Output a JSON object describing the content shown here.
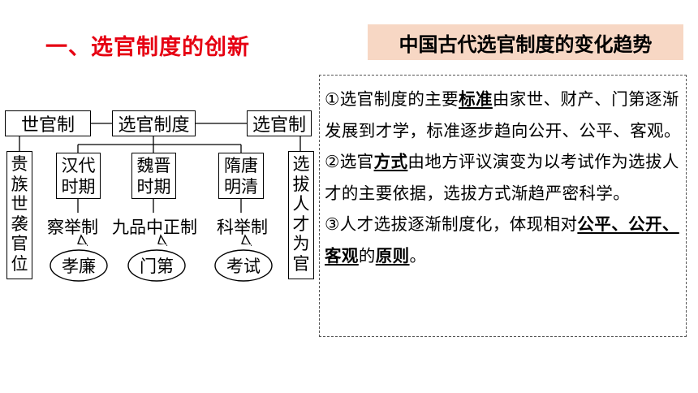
{
  "header": {
    "section_title": "一、选官制度的创新",
    "trend_title": "中国古代选官制度的变化趋势"
  },
  "diagram": {
    "center_box": "选官制度",
    "left_box": "世官制",
    "right_box": "选官制",
    "left_vertical": "贵族世袭官位",
    "right_vertical": "选拔人才为官",
    "periods": [
      {
        "line1": "汉代",
        "line2": "时期",
        "system": "察举制",
        "basis": "孝廉"
      },
      {
        "line1": "魏晋",
        "line2": "时期",
        "system": "九品中正制",
        "basis": "门第"
      },
      {
        "line1": "隋唐",
        "line2": "明清",
        "system": "科举制",
        "basis": "考试"
      }
    ]
  },
  "points": [
    {
      "pre": "①选官制度的主要",
      "kw": "标准",
      "post": "由家世、财产、门第逐渐发展到才学，标准逐步趋向公开、公平、客观。"
    },
    {
      "pre": "②选官",
      "kw": "方式",
      "post": "由地方评议演变为以考试作为选拔人才的主要依据，选拔方式渐趋严密科学。"
    },
    {
      "pre": "③人才选拔逐渐制度化，体现相对",
      "kw": "公平、公开、客观",
      "mid": "的",
      "kw2": "原则",
      "post": "。"
    }
  ]
}
